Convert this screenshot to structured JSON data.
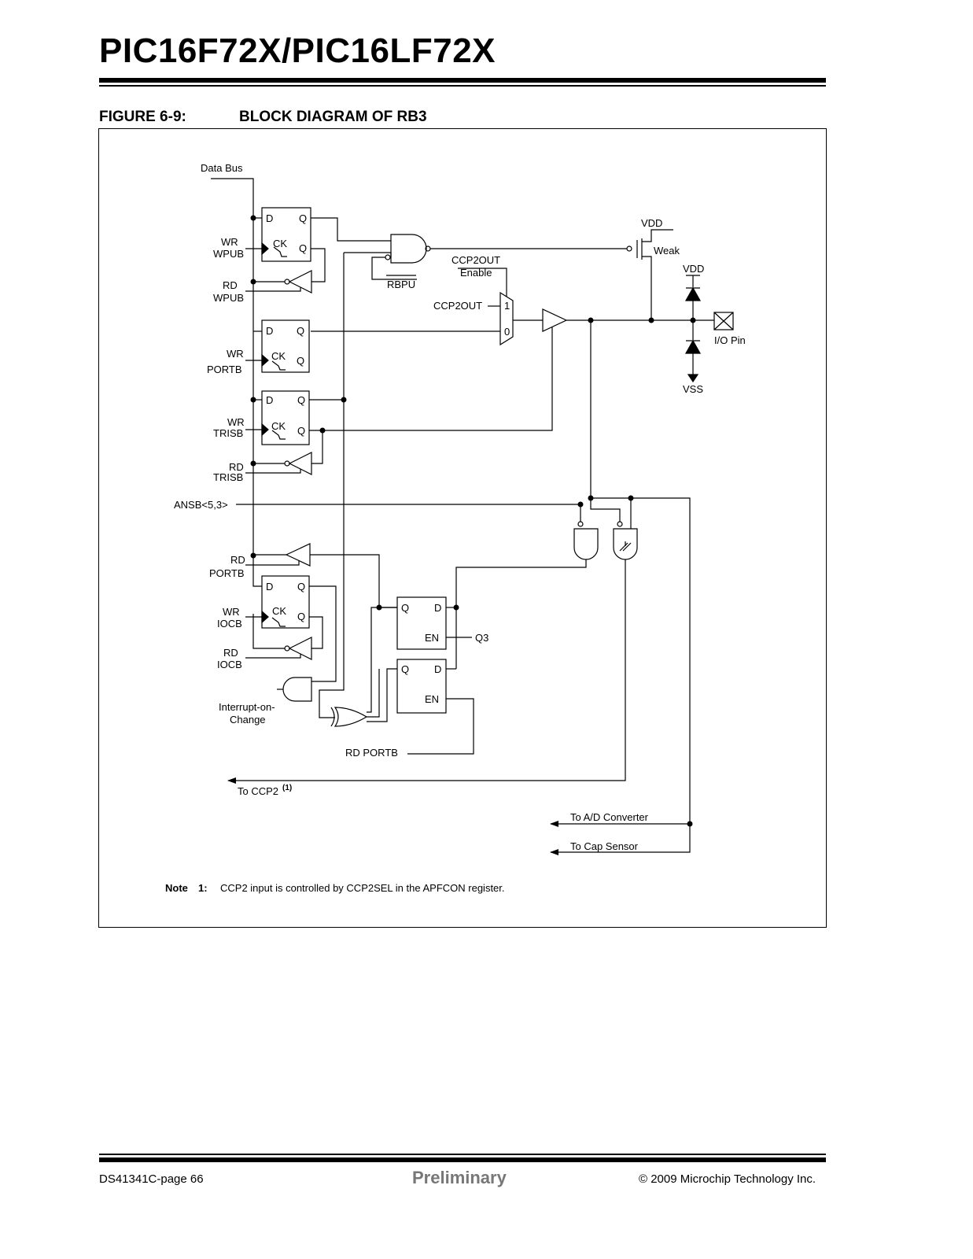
{
  "header": {
    "title": "PIC16F72X/PIC16LF72X"
  },
  "figure": {
    "label": "FIGURE 6-9:",
    "title": "BLOCK DIAGRAM OF RB3"
  },
  "diagram": {
    "data_bus": "Data Bus",
    "wr": "WR",
    "rd": "RD",
    "wpub": "WPUB",
    "portb": "PORTB",
    "trisb": "TRISB",
    "iocb": "IOCB",
    "ansb": "ANSB<5,3>",
    "ff_d": "D",
    "ff_q": "Q",
    "ff_ck": "CK",
    "ff_en": "EN",
    "rbpu": "RBPU",
    "ccp2out_line1": "CCP2OUT",
    "ccp2out_line2": "Enable",
    "ccp2out": "CCP2OUT",
    "mux_1": "1",
    "mux_0": "0",
    "vdd": "VDD",
    "weak": "Weak",
    "io_pin": "I/O Pin",
    "vss": "VSS",
    "q3": "Q3",
    "interrupt_line1": "Interrupt-on-",
    "interrupt_line2": "Change",
    "rd_portb": "RD PORTB",
    "to_ccp2": "To CCP2",
    "to_ccp2_sup": "(1)",
    "to_ad": "To A/D Converter",
    "to_cap": "To Cap Sensor"
  },
  "note": {
    "label": "Note",
    "number": "1:",
    "text": "CCP2 input is controlled by CCP2SEL in the APFCON register."
  },
  "footer": {
    "left": "DS41341C-page 66",
    "center": "Preliminary",
    "right": "© 2009 Microchip Technology Inc."
  }
}
